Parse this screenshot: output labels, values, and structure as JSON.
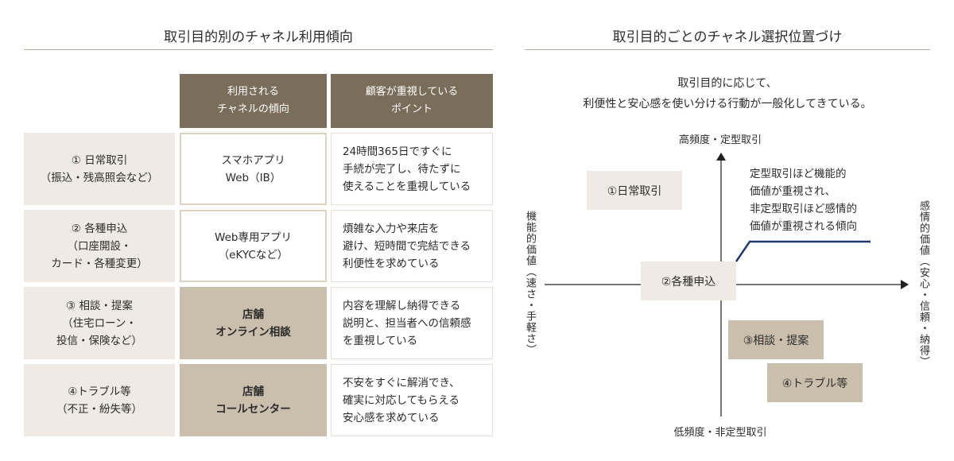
{
  "left": {
    "title": "取引目的別のチャネル利用傾向",
    "headers": [
      "利用される\nチャネルの傾向",
      "顧客が重視している\nポイント"
    ],
    "rows": [
      {
        "purpose": "① 日常取引\n（振込・残高照会など）",
        "channel": "スマホアプリ\nWeb（IB）",
        "point": "24時間365日ですぐに\n手続が完了し、待たずに\n使えることを重視している"
      },
      {
        "purpose": "② 各種申込\n（口座開設・\nカード・各種変更）",
        "channel": "Web専用アプリ\n（eKYCなど）",
        "point": "煩雑な入力や来店を\n避け、短時間で完結できる\n利便性を求めている"
      },
      {
        "purpose": "③ 相談・提案\n（住宅ローン・\n投信・保険など）",
        "channel": "店舗\nオンライン相談",
        "point": "内容を理解し納得できる\n説明と、担当者への信頼感\nを重視している"
      },
      {
        "purpose": "④トラブル等\n（不正・紛失等）",
        "channel": "店舗\nコールセンター",
        "point": "不安をすぐに解消でき、\n確実に対応してもらえる\n安心感を求めている"
      }
    ]
  },
  "right": {
    "title": "取引目的ごとのチャネル選択位置づけ",
    "subtitle": "取引目的に応じて、\n利便性と安心感を使い分ける行動が一般化してきている。",
    "axis_top": "高頻度・定型取引",
    "axis_bottom": "低頻度・非定型取引",
    "axis_left": "機能的価値（速さ・手軽さ）",
    "axis_right": "感情的価値（安心・信頼・納得）",
    "boxes": [
      "①日常取引",
      "②各種申込",
      "③相談・提案",
      "④トラブル等"
    ],
    "callout": "定型取引ほど機能的\n価値が重視され、\n非定型取引ほど感情的\n価値が重視される傾向"
  },
  "colors": {
    "header": "#7a6d5a",
    "light": "#efebe4",
    "tan": "#c9bfac",
    "line": "#1f3a6e"
  }
}
